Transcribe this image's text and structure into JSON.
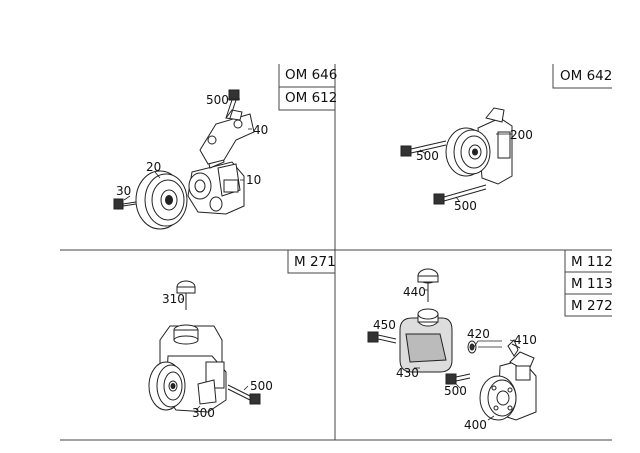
{
  "engine_labels": {
    "om646": "OM 646",
    "om612": "OM 612",
    "om642": "OM 642",
    "m271": "M 271",
    "m112": "M 112",
    "m113": "M 113",
    "m272": "M 272"
  },
  "callouts": {
    "q1": [
      "500",
      "40",
      "20",
      "10",
      "30"
    ],
    "q2": [
      "200",
      "500",
      "500"
    ],
    "q3": [
      "310",
      "500",
      "300"
    ],
    "q4": [
      "440",
      "450",
      "420",
      "410",
      "430",
      "500",
      "400"
    ]
  }
}
